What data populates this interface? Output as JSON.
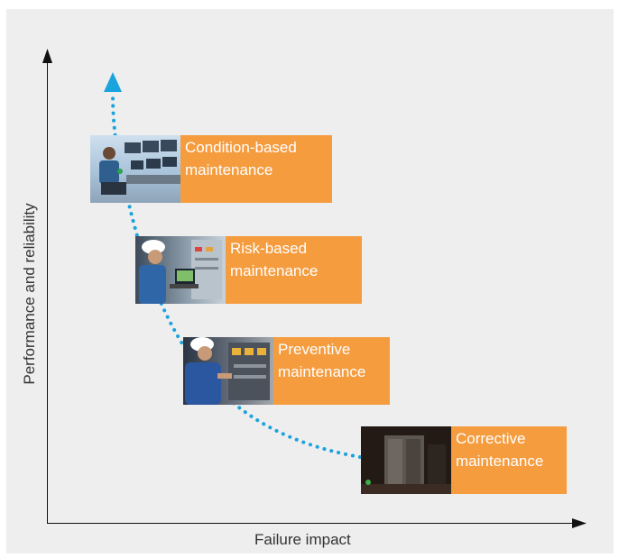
{
  "axes": {
    "x_title": "Failure impact",
    "y_title": "Performance and reliability"
  },
  "stages": [
    {
      "line1": "Condition-based",
      "line2": "maintenance",
      "photo_icon": "operator-at-control-room-icon"
    },
    {
      "line1": "Risk-based",
      "line2": "maintenance",
      "photo_icon": "technician-with-laptop-icon"
    },
    {
      "line1": "Preventive",
      "line2": "maintenance",
      "photo_icon": "technician-at-switchgear-icon"
    },
    {
      "line1": "Corrective",
      "line2": "maintenance",
      "photo_icon": "damaged-switchgear-icon"
    }
  ],
  "colors": {
    "label_box": "#f59c3f",
    "curve": "#1aa3dc",
    "background": "#eeeeee"
  }
}
